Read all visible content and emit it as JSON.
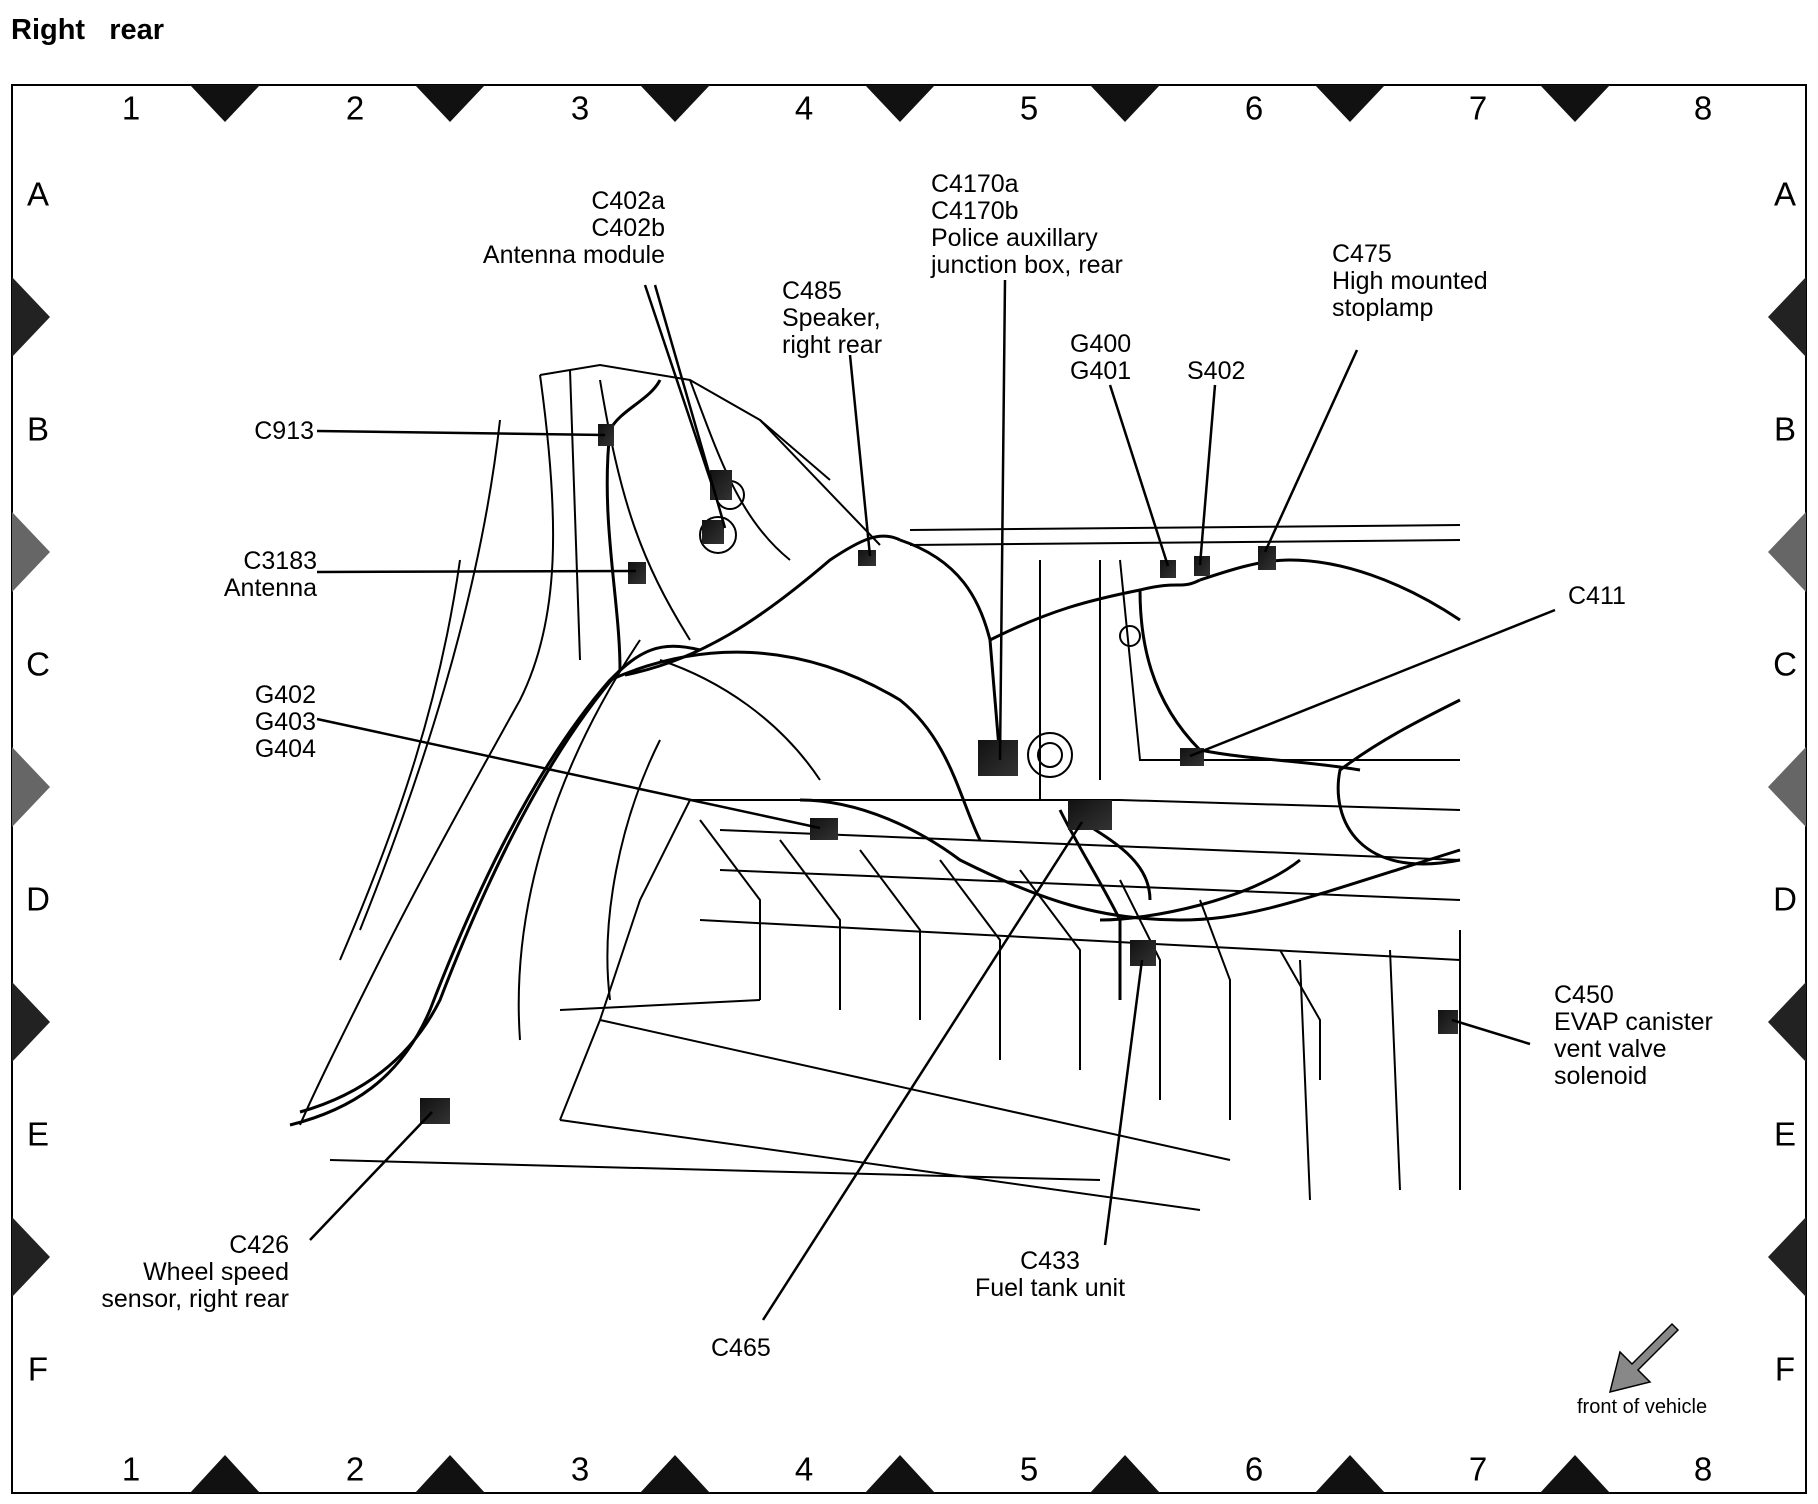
{
  "title": "Right   rear",
  "grid": {
    "columns": [
      "1",
      "2",
      "3",
      "4",
      "5",
      "6",
      "7",
      "8"
    ],
    "rows": [
      "A",
      "B",
      "C",
      "D",
      "E",
      "F"
    ]
  },
  "callouts": {
    "c402": [
      "C402a",
      "C402b",
      "Antenna module"
    ],
    "c4170": [
      "C4170a",
      "C4170b",
      "Police auxillary",
      "junction box, rear"
    ],
    "c485": [
      "C485",
      "Speaker,",
      "right rear"
    ],
    "c475": [
      "C475",
      "High mounted",
      "stoplamp"
    ],
    "g400": [
      "G400",
      "G401"
    ],
    "s402": [
      "S402"
    ],
    "c913": [
      "C913"
    ],
    "c3183": [
      "C3183",
      "Antenna"
    ],
    "c411": [
      "C411"
    ],
    "g402": [
      "G402",
      "G403",
      "G404"
    ],
    "c450": [
      "C450",
      "EVAP canister",
      "vent valve",
      "solenoid"
    ],
    "c426": [
      "C426",
      "Wheel speed",
      "sensor, right rear"
    ],
    "c433": [
      "C433",
      "Fuel tank unit"
    ],
    "c465": [
      "C465"
    ]
  },
  "front_note": "front of vehicle",
  "icons": {
    "front_arrow": "front-arrow-icon"
  }
}
